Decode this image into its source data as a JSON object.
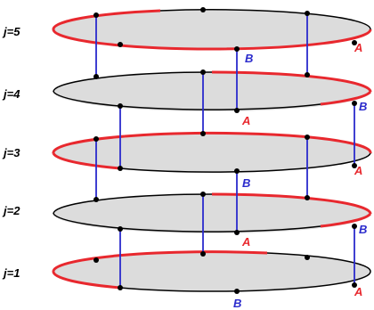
{
  "levels": [
    {
      "label": "j=5",
      "point_labels": [
        "A",
        "B"
      ]
    },
    {
      "label": "j=4",
      "point_labels": [
        "A",
        "B"
      ]
    },
    {
      "label": "j=3",
      "point_labels": [
        "A",
        "B"
      ]
    },
    {
      "label": "j=2",
      "point_labels": [
        "A",
        "B"
      ]
    },
    {
      "label": "j=1",
      "point_labels": [
        "A",
        "B"
      ]
    }
  ],
  "colors": {
    "disk_fill": "#dcdcdc",
    "red_arc": "#e8282e",
    "black_arc": "#000000",
    "connector": "#2a2acc",
    "label_A": "#e8282e",
    "label_B": "#2a2acc"
  }
}
